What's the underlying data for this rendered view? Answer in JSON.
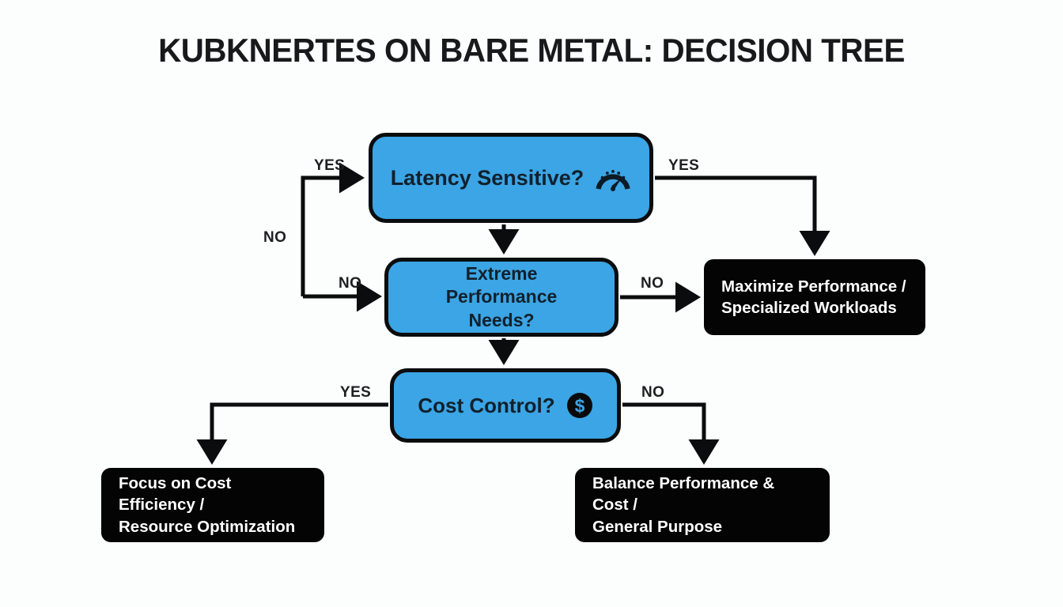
{
  "page": {
    "title": "KUBKNERTES ON BARE METAL: DECISION TREE",
    "background_color": "#fcfdfd",
    "accent_color": "#3ba5e5",
    "outline_color": "#0b0c0d",
    "outcome_color": "#040404",
    "text_dark": "#11202c",
    "text_light": "#ffffff"
  },
  "nodes": {
    "latency": {
      "label": "Latency Sensitive?",
      "icon": "gauge-icon",
      "type": "decision"
    },
    "extreme": {
      "line1": "Extreme",
      "line2": "Performance",
      "line3": "Needs?",
      "type": "decision"
    },
    "cost": {
      "label": "Cost Control?",
      "icon": "dollar-circle-icon",
      "type": "decision"
    },
    "maximize": {
      "line1": "Maximize Performance /",
      "line2": "Specialized Workloads",
      "type": "outcome"
    },
    "focus": {
      "line1": "Focus on Cost Efficiency /",
      "line2": "Resource Optimization",
      "type": "outcome"
    },
    "balance": {
      "line1": "Balance Performance & Cost /",
      "line2": "General Purpose",
      "type": "outcome"
    }
  },
  "edges": {
    "yes_into_latency": "YES",
    "no_down_left": "NO",
    "no_into_extreme": "NO",
    "yes_latency_to_maximize": "YES",
    "no_extreme_to_maximize": "NO",
    "yes_cost_to_focus": "YES",
    "no_cost_to_balance": "NO"
  }
}
